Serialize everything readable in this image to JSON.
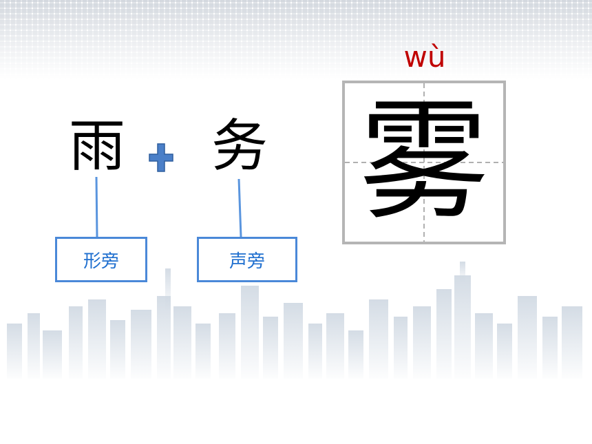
{
  "composition": {
    "semantic_char": "雨",
    "phonetic_char": "务",
    "operator_icon": "plus-icon"
  },
  "labels": {
    "semantic": "形旁",
    "phonetic": "声旁"
  },
  "result": {
    "pinyin": "wù",
    "char": "雾"
  },
  "colors": {
    "pinyin": "#c00000",
    "label_text": "#1f6fcf",
    "label_border": "#4a88d8",
    "plus": "#4a7fc8",
    "grid_border": "#b5b5b5"
  }
}
